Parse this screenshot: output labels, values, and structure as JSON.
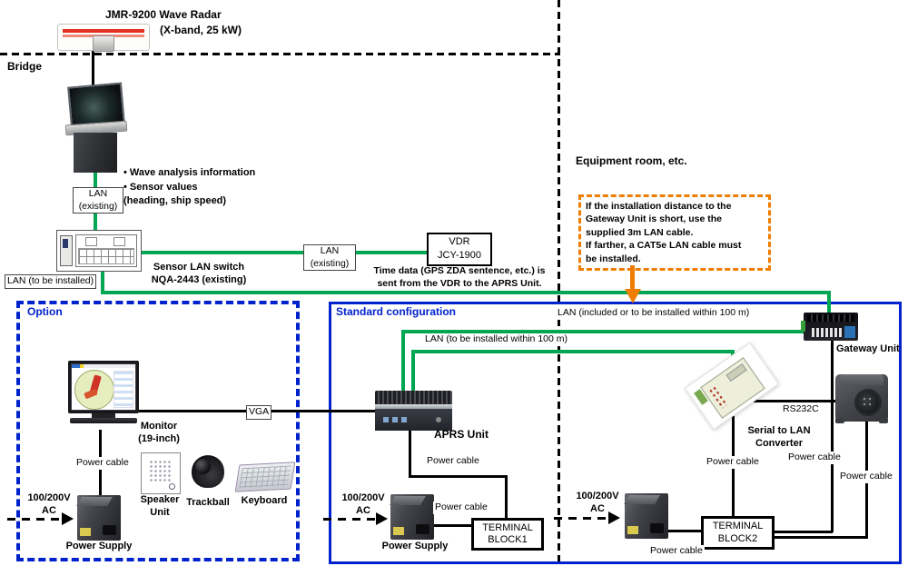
{
  "radar": {
    "title": "JMR-9200 Wave Radar",
    "subtitle": "(X-band, 25 kW)"
  },
  "zones": {
    "bridge": "Bridge",
    "equipment_room": "Equipment room, etc.",
    "option": "Option",
    "standard": "Standard configuration"
  },
  "notes": {
    "wave_outputs": "• Wave analysis information\n• Sensor values\n(heading, ship speed)",
    "time_data": "Time data (GPS ZDA sentence, etc.) is\nsent from the VDR to the APRS Unit.",
    "gateway_cable": "If the installation distance to the\nGateway Unit is short, use the\nsupplied 3m LAN cable.\nIf farther, a CAT5e LAN cable must\nbe installed."
  },
  "connections": {
    "lan_existing": "LAN\n(existing)",
    "lan_to_be_installed": "LAN (to be installed)",
    "lan_included_100m": "LAN (included or to be installed within 100 m)",
    "lan_within_100m": "LAN (to be installed within 100 m)",
    "vga": "VGA",
    "rs232c": "RS232C",
    "power_cable": "Power cable",
    "ac": "100/200V\nAC"
  },
  "devices": {
    "sensor_lan_switch": "Sensor LAN switch\nNQA-2443 (existing)",
    "vdr": "VDR\nJCY-1900",
    "gateway": "Gateway Unit",
    "monitor": "Monitor\n(19-inch)",
    "speaker": "Speaker\nUnit",
    "trackball": "Trackball",
    "keyboard": "Keyboard",
    "power_supply": "Power Supply",
    "aprs": "APRS Unit",
    "terminal_block1": "TERMINAL\nBLOCK1",
    "terminal_block2": "TERMINAL\nBLOCK2",
    "serial_to_lan": "Serial to LAN\nConverter"
  },
  "colors": {
    "lan_green": "#00a651",
    "box_blue": "#0022cc",
    "note_orange": "#ef7d00"
  }
}
